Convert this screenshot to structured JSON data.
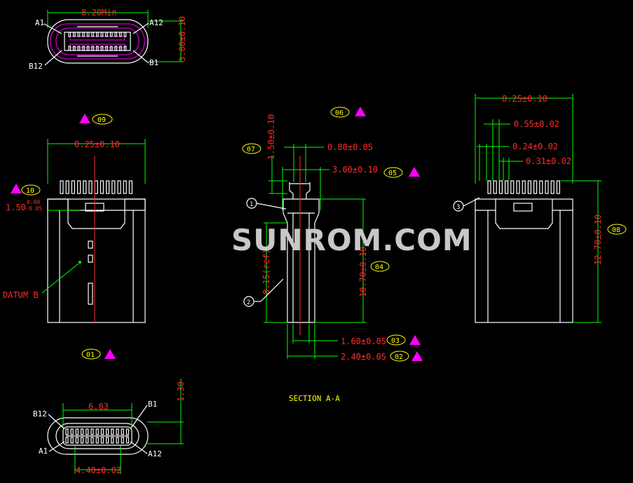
{
  "watermark": "SUNROM.COM",
  "section_title": "SECTION  A-A",
  "top_view": {
    "dim_width": "8.20Min",
    "dim_height": "3.00±0.10",
    "pin_labels": {
      "a1": "A1",
      "a12": "A12",
      "b12": "B12",
      "b1": "B1"
    }
  },
  "front_view": {
    "dim_width": "8.25±0.10",
    "dim_offset": "1.50",
    "dim_offset_tol_upper": "0.00",
    "dim_offset_tol_lower": "-0.05",
    "datum_label": "DATUM B",
    "balloons": {
      "top": "09",
      "side": "10",
      "bottom": "01"
    }
  },
  "section_view": {
    "dim_top_height": "1.50±0.10",
    "dim_pin": "0.80±0.05",
    "dim_shell": "3.00±0.10",
    "dim_ref": "8.15(ref)",
    "dim_length": "10.70±0.10",
    "dim_inner_width": "1.60±0.05",
    "dim_outer_width": "2.40±0.05",
    "balloons": {
      "b06": "06",
      "b07": "07",
      "b05": "05",
      "b04": "04",
      "b03": "03",
      "b02": "02"
    },
    "callouts": {
      "c1": "1",
      "c2": "2"
    }
  },
  "side_view": {
    "dim_width": "8.25±0.10",
    "dim_pitch1": "0.55±0.02",
    "dim_pitch2": "0.24±0.02",
    "dim_pitch3": "0.31±0.02",
    "dim_height": "12.70±0.10",
    "balloons": {
      "b08": "08"
    },
    "callouts": {
      "c3": "3"
    }
  },
  "bottom_view": {
    "dim_inner": "6.83",
    "dim_outer": "4.40±0.02",
    "dim_height": "1.30",
    "pin_labels": {
      "b12": "B12",
      "b1": "B1",
      "a1": "A1",
      "a12": "A12"
    }
  },
  "colors": {
    "background": "#000000",
    "outline": "#ffffff",
    "dimension_line": "#00ff00",
    "dimension_text": "#ff2a2a",
    "balloon": "#ffff00",
    "marker": "#ff00ff"
  }
}
